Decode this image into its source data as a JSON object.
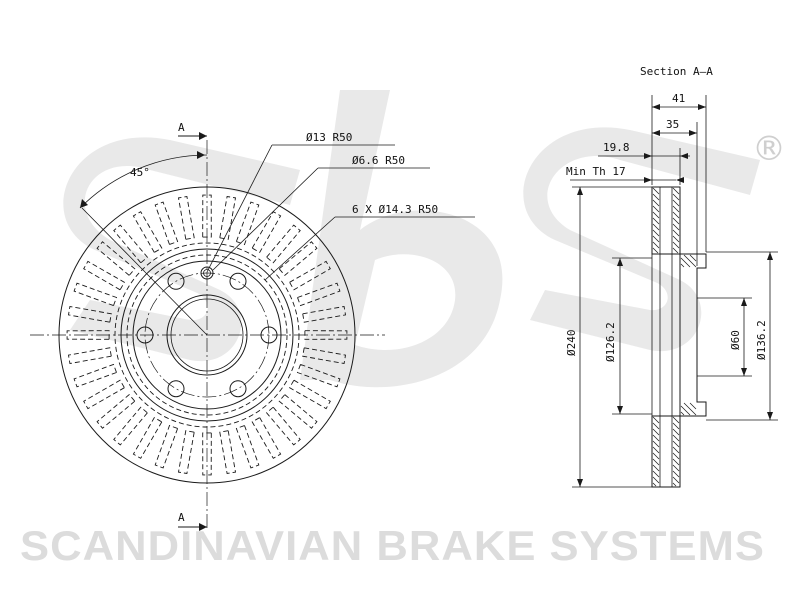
{
  "watermark": {
    "logo_text": "sbs",
    "registered_mark": "®",
    "company": "SCANDINAVIAN BRAKE SYSTEMS"
  },
  "front_view": {
    "section_marker": "A",
    "angle_label": "45°",
    "callouts": [
      "Ø13 R50",
      "Ø6.6 R50",
      "6 X Ø14.3 R50"
    ]
  },
  "section_view": {
    "title": "Section A–A",
    "dims": {
      "width_41": "41",
      "width_35": "35",
      "thickness": "19.8",
      "min_thickness": "Min Th 17",
      "dia_240": "Ø240",
      "dia_126": "Ø126.2",
      "dia_60": "Ø60",
      "dia_136": "Ø136.2"
    }
  },
  "colors": {
    "line": "#1a1a1a",
    "watermark": "#dcdcdc"
  }
}
